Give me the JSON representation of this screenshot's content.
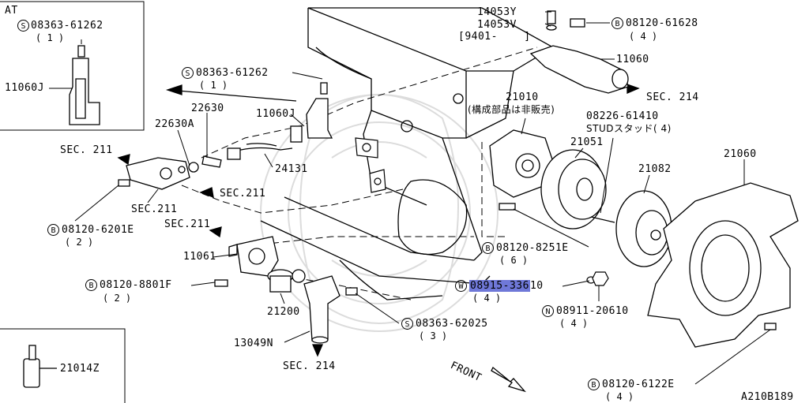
{
  "inset_top": {
    "code": "AT",
    "bolt": {
      "prefix": "S",
      "number": "08363-61262",
      "qty": "( 1 )"
    },
    "part": "11060J"
  },
  "inset_bottom": {
    "part": "21014Z"
  },
  "labels": {
    "p14053Y": "14053Y",
    "p14053V": "14053V",
    "date_range": "[9401-    ]",
    "b_61628": {
      "prefix": "B",
      "number": "08120-61628",
      "qty": "( 4 )"
    },
    "p11060": "11060",
    "sec214_top": "SEC. 214",
    "s_61262": {
      "prefix": "S",
      "number": "08363-61262",
      "qty": "( 1 )"
    },
    "p22630": "22630",
    "p22630A": "22630A",
    "p11060J": "11060J",
    "sec211_a": "SEC. 211",
    "p24131": "24131",
    "sec211_b": "SEC.211",
    "sec211_c": "SEC.211",
    "b_6201E": {
      "prefix": "B",
      "number": "08120-6201E",
      "qty": "( 2 )"
    },
    "sec211_d": "SEC.211",
    "p11061": "11061",
    "b_8801F": {
      "prefix": "B",
      "number": "08120-8801F",
      "qty": "( 2 )"
    },
    "p21200": "21200",
    "p13049N": "13049N",
    "sec214_bottom": "SEC. 214",
    "s_62025": {
      "prefix": "S",
      "number": "08363-62025",
      "qty": "( 3 )"
    },
    "p21010": "21010",
    "note_21010": "(構成部品は非販売)",
    "p21051": "21051",
    "stud": {
      "number": "08226-61410",
      "text": "STUDスタッド( 4)"
    },
    "p21082": "21082",
    "p21060": "21060",
    "b_8251E": {
      "prefix": "B",
      "number": "08120-8251E",
      "qty": "( 6 )"
    },
    "w_washer": {
      "prefix": "W",
      "number_hl": "08915-336",
      "number_rest": "10",
      "qty": "( 4 )"
    },
    "n_nut": {
      "prefix": "N",
      "number": "08911-20610",
      "qty": "( 4 )"
    },
    "front": "FRONT",
    "b_6122E": {
      "prefix": "B",
      "number": "08120-6122E",
      "qty": "( 4 )"
    },
    "ref_code": "A210B189"
  },
  "colors": {
    "highlight": "#6f78d8",
    "ink": "#000000",
    "watermark": "#d0d0d0"
  }
}
